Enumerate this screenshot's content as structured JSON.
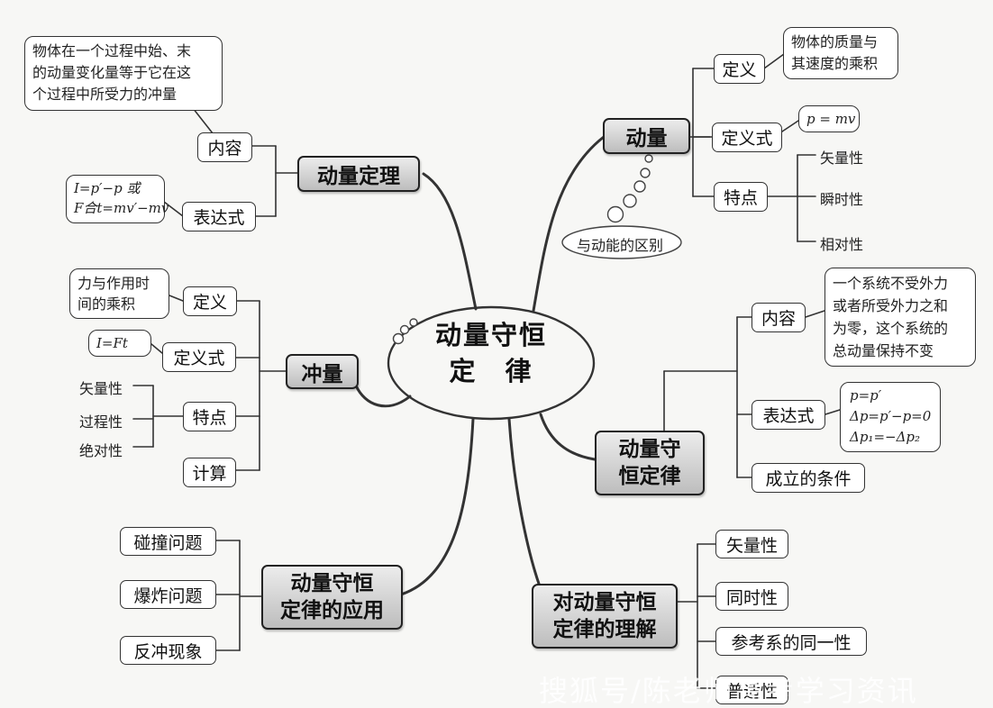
{
  "center": {
    "line1": "动量守恒",
    "line2": "定　律"
  },
  "momentum": {
    "title": "动量",
    "definition": {
      "label": "定义",
      "note": [
        "物体的质量与",
        "其速度的乘积"
      ]
    },
    "formula": {
      "label": "定义式",
      "note": "p = mv"
    },
    "properties": {
      "label": "特点",
      "items": [
        "矢量性",
        "瞬时性",
        "相对性"
      ]
    },
    "distinction": "与动能的区别"
  },
  "theorem": {
    "title": "动量定理",
    "content": {
      "label": "内容",
      "note": [
        "物体在一个过程中始、末",
        "的动量变化量等于它在这",
        "个过程中所受力的冲量"
      ]
    },
    "expression": {
      "label": "表达式",
      "note": [
        "I=p′−p 或",
        "F合t=mv′−mv"
      ]
    }
  },
  "impulse": {
    "title": "冲量",
    "definition": {
      "label": "定义",
      "note": [
        "力与作用时",
        "间的乘积"
      ]
    },
    "formula": {
      "label": "定义式",
      "note": "I=Ft"
    },
    "properties": {
      "label": "特点",
      "items": [
        "矢量性",
        "过程性",
        "绝对性"
      ]
    },
    "calculation": {
      "label": "计算"
    }
  },
  "conservation": {
    "title": [
      "动量守",
      "恒定律"
    ],
    "content": {
      "label": "内容",
      "note": [
        "一个系统不受外力",
        "或者所受外力之和",
        "为零，这个系统的",
        "总动量保持不变"
      ]
    },
    "expression": {
      "label": "表达式",
      "note": [
        "p=p′",
        "Δp=p′−p=0",
        "Δp₁=−Δp₂"
      ]
    },
    "condition": {
      "label": "成立的条件"
    }
  },
  "application": {
    "title": [
      "动量守恒",
      "定律的应用"
    ],
    "items": [
      "碰撞问题",
      "爆炸问题",
      "反冲现象"
    ]
  },
  "understanding": {
    "title": [
      "对动量守恒",
      "定律的理解"
    ],
    "items": [
      "矢量性",
      "同时性",
      "参考系的同一性",
      "普适性"
    ]
  },
  "watermark": "搜狐号/陈老师高考学习资讯"
}
